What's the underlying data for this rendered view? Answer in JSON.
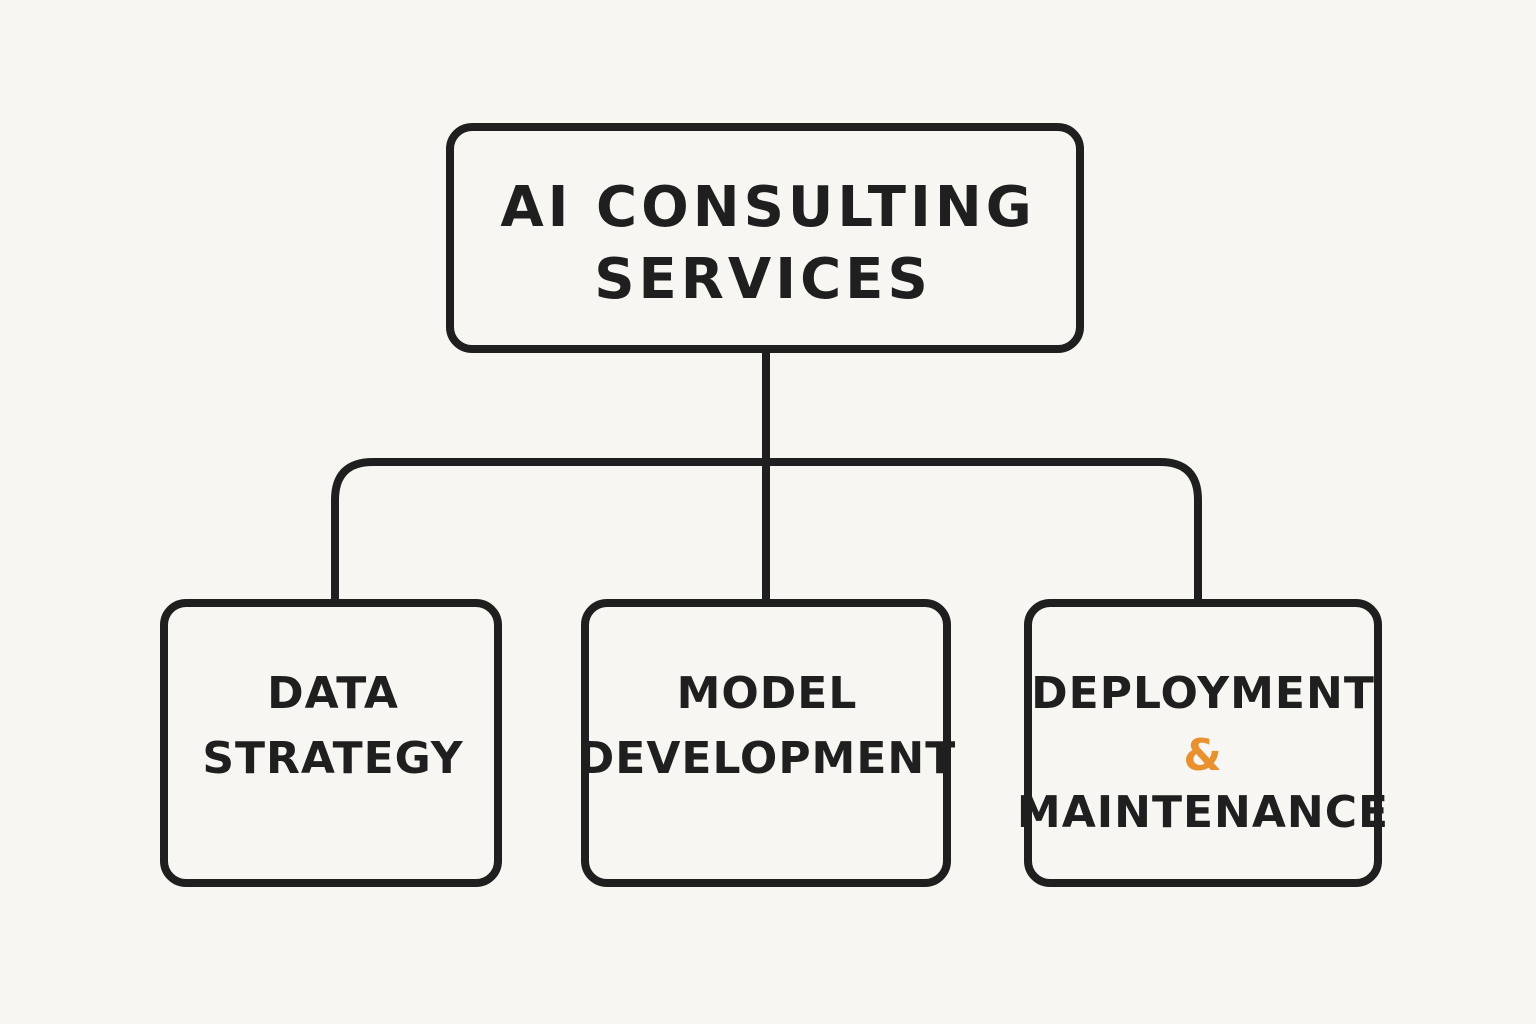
{
  "colors": {
    "background": "#f8f6f2",
    "stroke": "#1f1f1f",
    "text": "#1f1f1f",
    "accent": "#e8912e"
  },
  "root": {
    "line1": "AI CONSULTING",
    "line2": "SERVICES"
  },
  "children": [
    {
      "line1": "DATA",
      "line2": "STRATEGY"
    },
    {
      "line1": "MODEL",
      "line2": "DEVELOPMENT"
    },
    {
      "line1": "DEPLOYMENT",
      "ampersand": "&",
      "line3": "MAINTENANCE"
    }
  ]
}
